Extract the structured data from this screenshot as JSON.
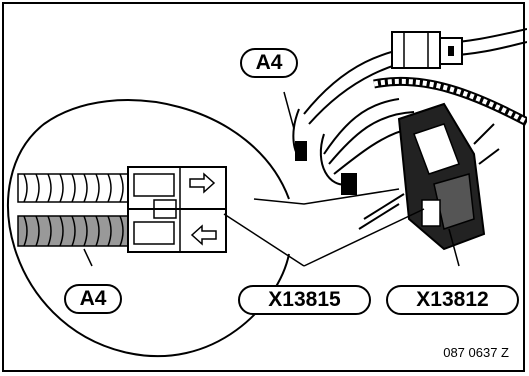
{
  "labels": {
    "a4_top": "A4",
    "a4_bottom": "A4",
    "x13815": "X13815",
    "x13812": "X13812"
  },
  "reference_number": "087 0637 Z"
}
